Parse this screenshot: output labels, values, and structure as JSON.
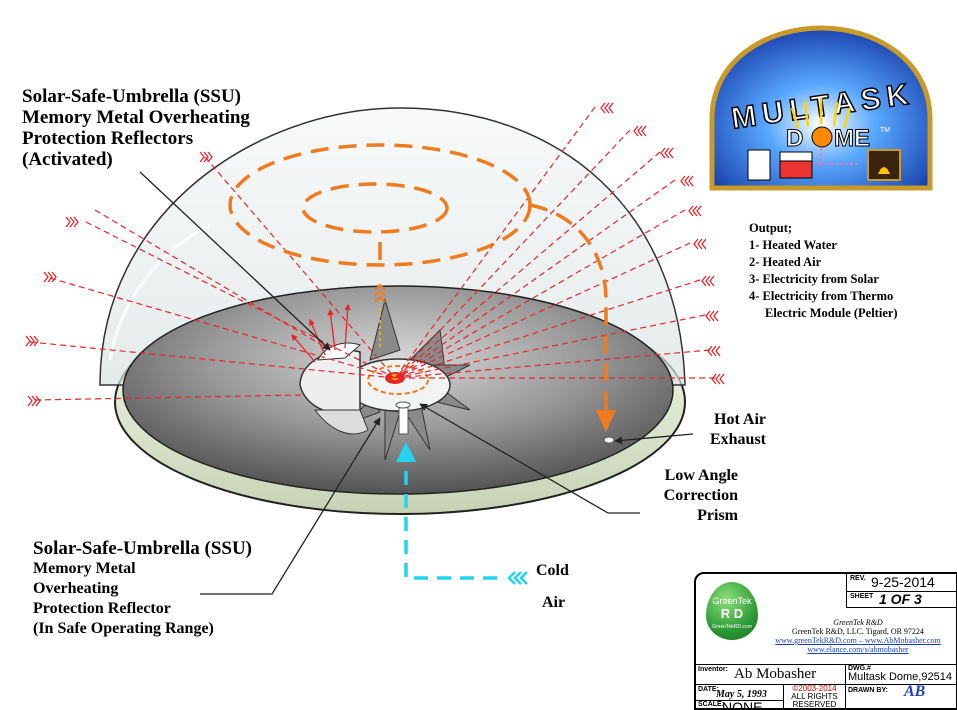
{
  "labels": {
    "ssu_activated": [
      "Solar-Safe-Umbrella (SSU)",
      "Memory Metal Overheating",
      "Protection Reflectors",
      "(Activated)"
    ],
    "ssu_safe": [
      "Solar-Safe-Umbrella (SSU)",
      "Memory Metal",
      "Overheating",
      "Protection Reflector",
      "(In Safe Operating Range)"
    ],
    "hot_air": [
      "Hot Air",
      "Exhaust"
    ],
    "prism": [
      "Low Angle",
      "Correction",
      "Prism"
    ],
    "cold_air": [
      "Cold",
      "Air"
    ]
  },
  "logo": {
    "word": "MULTASK",
    "word2": "D",
    "word3": "ME",
    "tm": "TM"
  },
  "output": {
    "heading": "Output;",
    "items": [
      "1- Heated Water",
      "2- Heated Air",
      "3- Electricity from Solar",
      "4- Electricity from Thermo",
      "Electric Module (Peltier)"
    ]
  },
  "title_block": {
    "rev_label": "REV.",
    "rev_value": "9-25-2014",
    "sheet_label": "SHEET",
    "sheet_value": "1 OF 3",
    "company_name": "GreenTek R&D",
    "company_addr": "GreenTek R&D, LLC. Tigard, OR 97224",
    "link1": "www.greenTekR&D.com – www.AbMobasher.com",
    "link2": "www.elance.com/s/abmobasher",
    "egg_top": "GreenTek",
    "egg_mid": "R  D",
    "egg_bottom": "GreenTekRD.com",
    "inventor_label": "Inventor:",
    "inventor_value": "Ab Mobasher",
    "dwg_label": "DWG.#",
    "dwg_value": "Multask Dome,92514",
    "date_label": "DATE:",
    "date_value": "May 5, 1993",
    "copyright": "©2003-2014",
    "rights1": "ALL RIGHTS",
    "rights2": "RESERVED",
    "drawn_label": "DRAWN BY:",
    "drawn_value": "AB",
    "scale_label": "SCALE:",
    "scale_value": "NONE"
  },
  "colors": {
    "ray": "#e8262a",
    "hot_flow": "#f07a1e",
    "cold_flow": "#22d4ee",
    "floor_dark": "#3a3a3a",
    "floor_light": "#d4d4d4"
  }
}
